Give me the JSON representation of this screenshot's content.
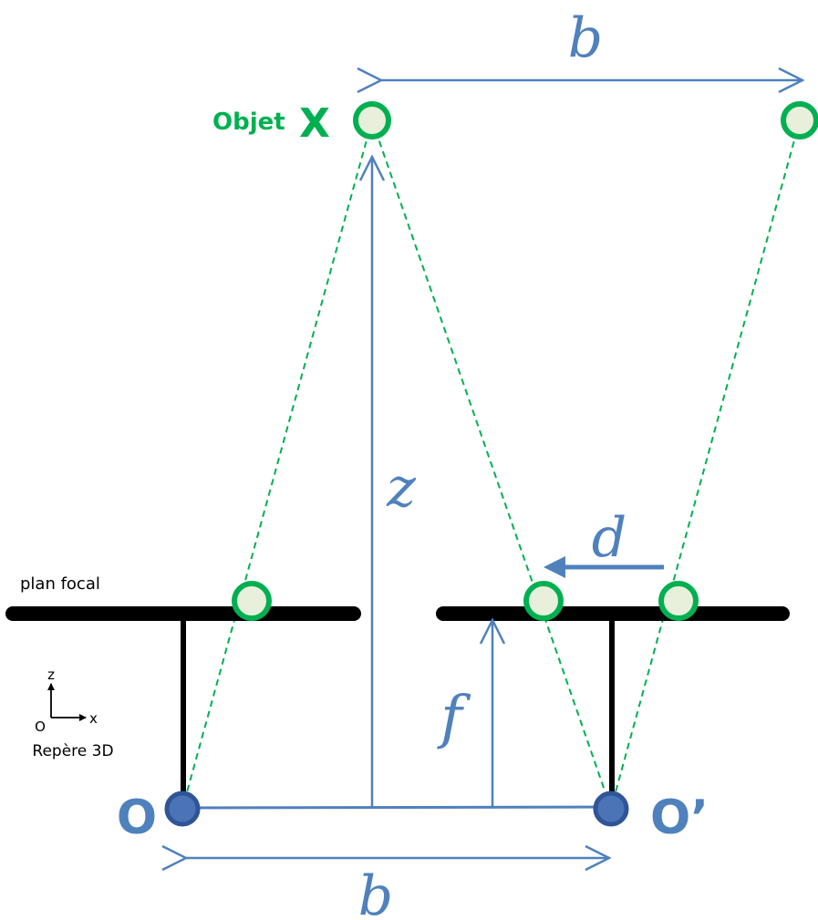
{
  "object_label": "Objet",
  "object_symbol": "X",
  "baseline_top": "b",
  "baseline_bottom": "b",
  "depth": "z",
  "disparity": "d",
  "focal_length": "f",
  "focal_plane_label": "plan focal",
  "camera_left": "O",
  "camera_right": "O’",
  "frame": {
    "axis_z": "z",
    "axis_x": "x",
    "origin": "O",
    "caption": "Repère 3D"
  },
  "colors": {
    "blue": "#4f81bd",
    "camera_fill": "#4a74b5",
    "camera_stroke": "#2f5597",
    "green": "#00b050",
    "point_fill": "#e8f0dc",
    "plane": "#000000"
  }
}
